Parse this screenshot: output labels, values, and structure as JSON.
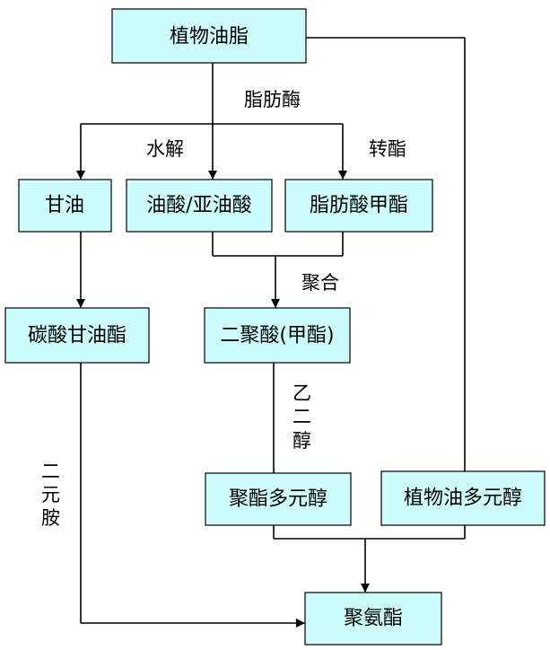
{
  "colors": {
    "node_fill": "#cdfcfc",
    "line": "#000000"
  },
  "nodes": {
    "plant_oil": "植物油脂",
    "glycerol": "甘油",
    "oleic_acid": "油酸/亚油酸",
    "fatty_acid_methyl_ester": "脂肪酸甲酯",
    "glycerol_carbonate": "碳酸甘油酯",
    "dimer_acid": "二聚酸(甲酯)",
    "polyester_polyol": "聚酯多元醇",
    "vegetable_oil_polyol": "植物油多元醇",
    "polyurethane": "聚氨酯"
  },
  "labels": {
    "lipase": "脂肪酶",
    "hydrolysis": "水解",
    "transesterification": "转酯",
    "polymerization": "聚合",
    "ethylene_glycol": [
      "乙",
      "二",
      "醇"
    ],
    "diamine": [
      "二",
      "元",
      "胺"
    ]
  }
}
